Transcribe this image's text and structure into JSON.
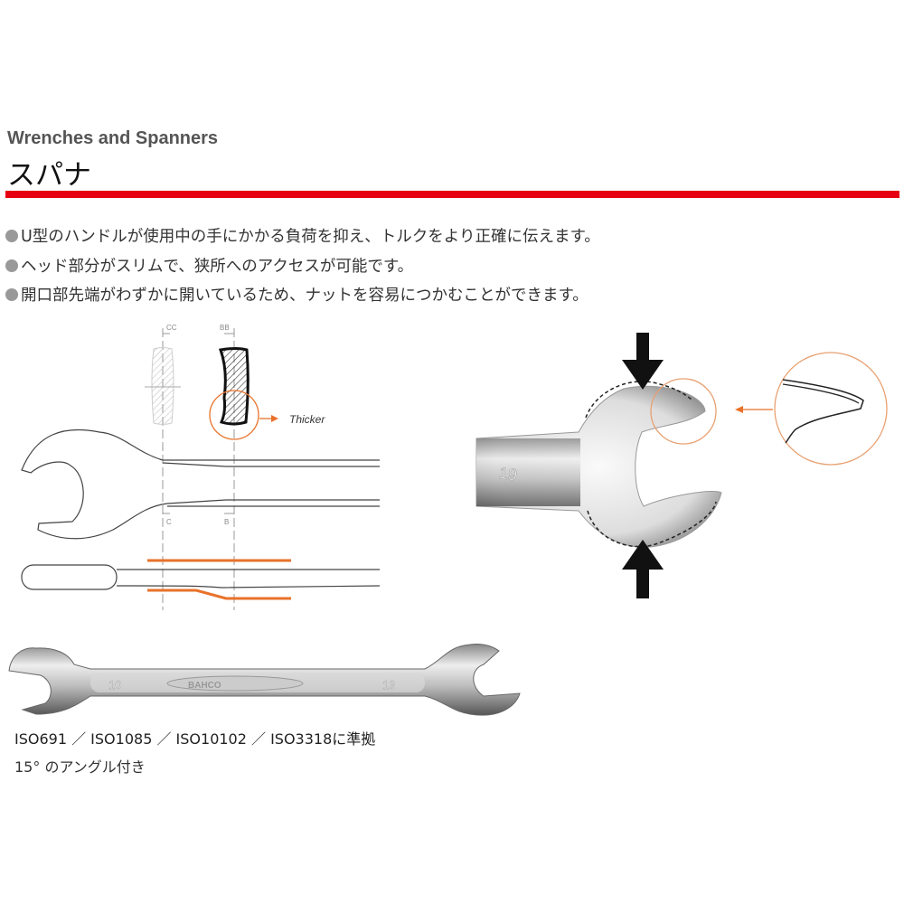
{
  "header": {
    "title_en": "Wrenches and Spanners",
    "title_jp": "スパナ",
    "accent_color": "#e60012"
  },
  "features": [
    "U型のハンドルが使用中の手にかかる負荷を抑え、トルクをより正確に伝えます。",
    "ヘッド部分がスリムで、狭所へのアクセスが可能です。",
    "開口部先端がわずかに開いているため、ナットを容易につかむことができます。"
  ],
  "diagram": {
    "section_label_cc": "CC",
    "section_label_bb": "BB",
    "section_label_c": "C",
    "section_label_b": "B",
    "callout": "Thicker",
    "highlight_color": "#e8722a"
  },
  "photo": {
    "head_size": "19",
    "wrench_size_left": "10",
    "wrench_size_right": "13",
    "brand": "BAHCO"
  },
  "specs": {
    "standards": "ISO691 ／ ISO1085 ／ ISO10102 ／ ISO3318に準拠",
    "angle": "15° のアングル付き"
  }
}
